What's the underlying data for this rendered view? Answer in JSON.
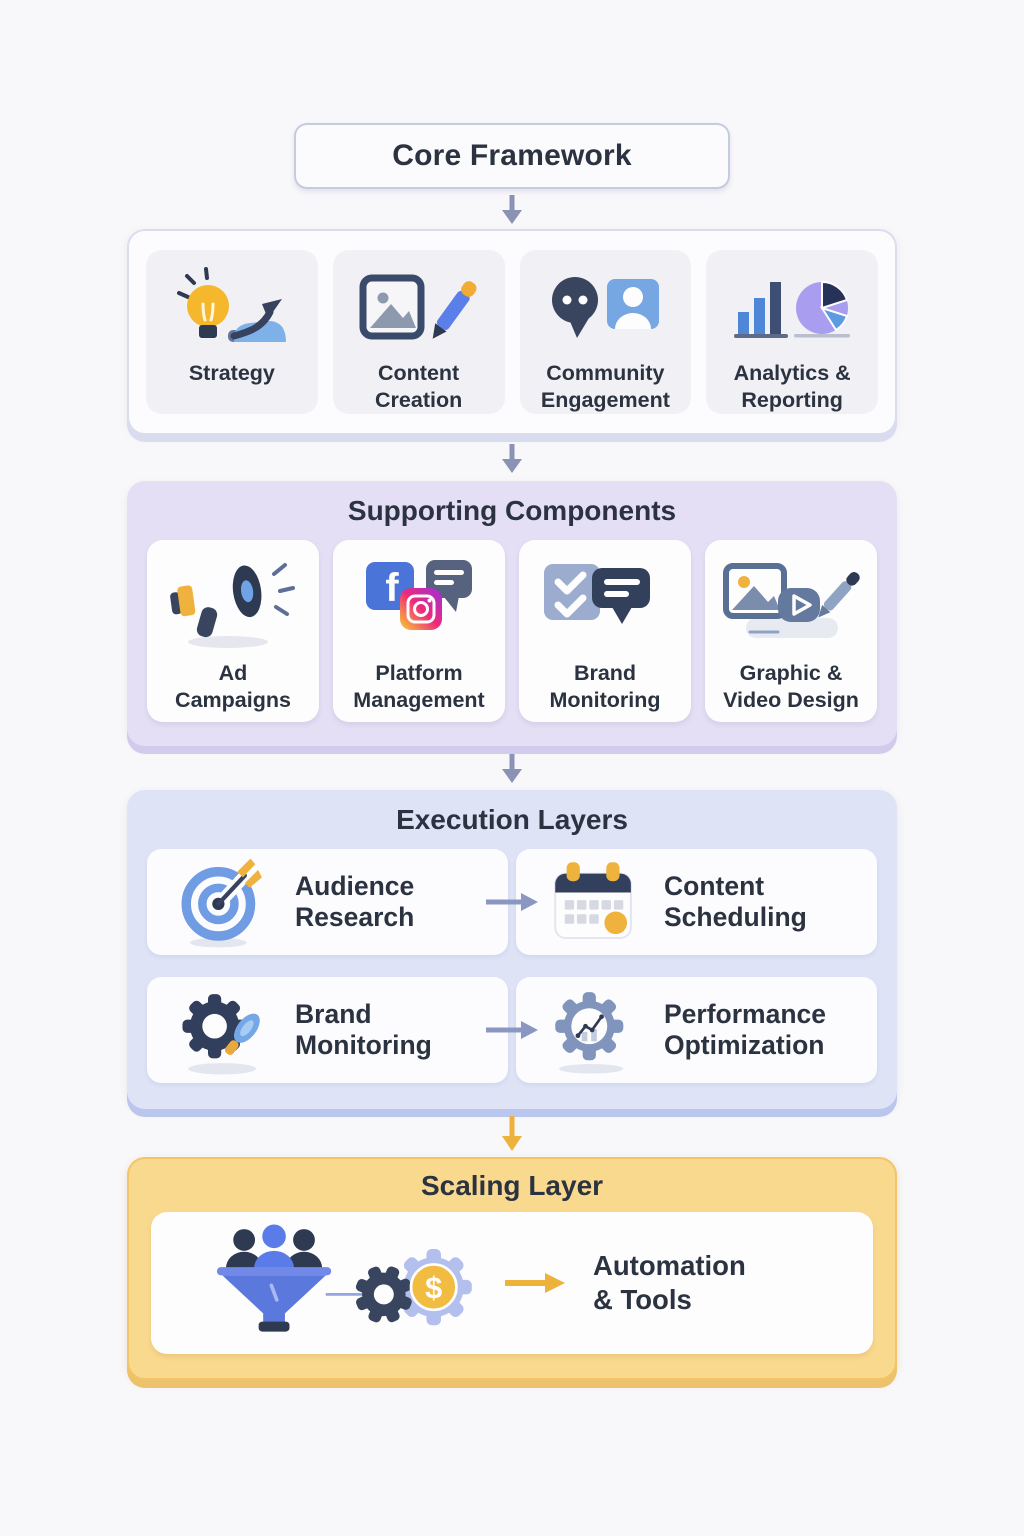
{
  "title_box": {
    "label": "Core Framework"
  },
  "core": {
    "cards": [
      {
        "label": "Strategy",
        "icon": "lightbulb-growth-icon"
      },
      {
        "label": "Content\nCreation",
        "icon": "image-pencil-icon"
      },
      {
        "label": "Community\nEngagement",
        "icon": "chat-user-icon"
      },
      {
        "label": "Analytics &\nReporting",
        "icon": "bars-pie-icon"
      }
    ]
  },
  "supporting": {
    "title": "Supporting Components",
    "cards": [
      {
        "label": "Ad\nCampaigns",
        "icon": "megaphone-icon"
      },
      {
        "label": "Platform\nManagement",
        "icon": "social-platforms-icon"
      },
      {
        "label": "Brand\nMonitoring",
        "icon": "checklist-chat-icon"
      },
      {
        "label": "Graphic &\nVideo Design",
        "icon": "image-video-pencil-icon"
      }
    ]
  },
  "execution": {
    "title": "Execution Layers",
    "rows": [
      {
        "from": {
          "label": "Audience\nResearch",
          "icon": "target-dart-icon"
        },
        "to": {
          "label": "Content\nScheduling",
          "icon": "calendar-icon"
        }
      },
      {
        "from": {
          "label": "Brand\nMonitoring",
          "icon": "gear-magnifier-icon"
        },
        "to": {
          "label": "Performance\nOptimization",
          "icon": "gear-chart-icon"
        }
      }
    ]
  },
  "scaling": {
    "title": "Scaling Layer",
    "card": {
      "label": "Automation\n& Tools",
      "icon": "funnel-gears-icon"
    }
  },
  "colors": {
    "page_bg": "#f8f7f9",
    "core_section_bg": "#fcfcfe",
    "core_card_bg": "#f1f0f4",
    "supporting_bg": "#e4dff4",
    "execution_bg": "#dee3f6",
    "scaling_bg": "#f9d98e",
    "scaling_border": "#f3c468",
    "card_bg": "#fdfdfe",
    "heading_text": "#2b3240",
    "arrow_gray": "#8a93b5",
    "arrow_yellow": "#ecb23c",
    "accent_blue": "#5b7fe8",
    "accent_navy": "#2e3a52",
    "accent_yellow": "#f0b23e"
  }
}
